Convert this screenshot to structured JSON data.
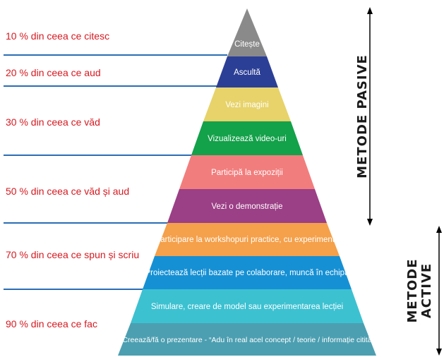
{
  "levels": [
    {
      "label": "Citește",
      "color": "#8a8a8a"
    },
    {
      "label": "Ascultă",
      "color": "#2c3f96"
    },
    {
      "label": "Vezi imagini",
      "color": "#e7d36a"
    },
    {
      "label": "Vizualizează video-uri",
      "color": "#13a14a"
    },
    {
      "label": "Participă la expoziții",
      "color": "#f27d7d"
    },
    {
      "label": "Vezi o demonstrație",
      "color": "#9b3f86"
    },
    {
      "label": "Participare la workshopuri practice, cu experimente",
      "color": "#f5a04a"
    },
    {
      "label": "Proiectează lecții bazate pe colaborare, muncă în echipă",
      "color": "#1690d4"
    },
    {
      "label": "Simulare, creare de model sau experimentarea lecției",
      "color": "#3cc1d1"
    },
    {
      "label": "Creează/fă o prezentare - “Adu în real acel concept / teorie / informație citită",
      "color": "#4c9fb1"
    }
  ],
  "percent_labels": [
    "10 % din ceea ce citesc",
    "20 % din ceea ce aud",
    "30 % din ceea ce văd",
    "50 % din ceea ce văd și aud",
    "70 % din ceea ce spun și scriu",
    "90 % din ceea ce fac"
  ],
  "side_labels": {
    "passive": "METODE PASIVE",
    "active_line1": "METODE",
    "active_line2": "ACTIVE"
  },
  "colors": {
    "percent_text": "#d71920",
    "divider_lines": "#2b6db5",
    "arrows": "#000000"
  }
}
